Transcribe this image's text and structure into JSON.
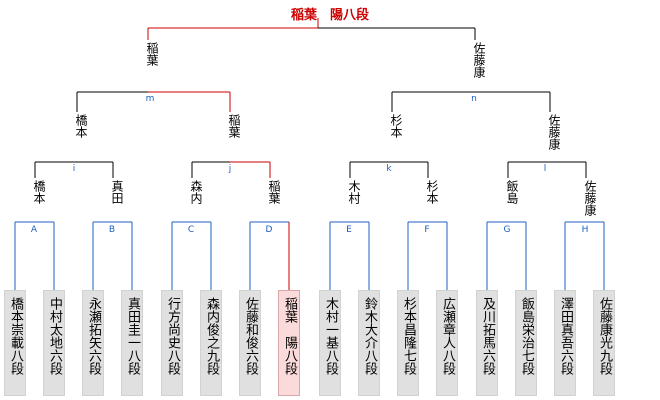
{
  "champion": "稲葉　陽八段",
  "final": {
    "left": "稲葉",
    "right": "佐藤康"
  },
  "semifinals": [
    {
      "label": "m",
      "left": "橋本",
      "right": "稲葉",
      "winner": "right"
    },
    {
      "label": "n",
      "left": "杉本",
      "right": "佐藤康",
      "winner": "right"
    }
  ],
  "quarterfinals": [
    {
      "label": "i",
      "left": "橋本",
      "right": "真田"
    },
    {
      "label": "j",
      "left": "森内",
      "right": "稲葉",
      "winner": "right"
    },
    {
      "label": "k",
      "left": "木村",
      "right": "杉本"
    },
    {
      "label": "l",
      "left": "飯島",
      "right": "佐藤康"
    }
  ],
  "first_round": [
    "A",
    "B",
    "C",
    "D",
    "E",
    "F",
    "G",
    "H"
  ],
  "players": [
    "橋本崇載八段",
    "中村太地六段",
    "永瀬拓矢六段",
    "真田圭一八段",
    "行方尚史八段",
    "森内俊之九段",
    "佐藤和俊六段",
    "稲葉　陽八段",
    "木村一基八段",
    "鈴木大介八段",
    "杉本昌隆七段",
    "広瀬章人八段",
    "及川拓馬六段",
    "飯島栄治七段",
    "澤田真吾六段",
    "佐藤康光九段"
  ],
  "colors": {
    "winner_line": "#cc0000",
    "line": "#000000",
    "match_label": "#1c5fc1",
    "winner_box": "#fadada"
  }
}
